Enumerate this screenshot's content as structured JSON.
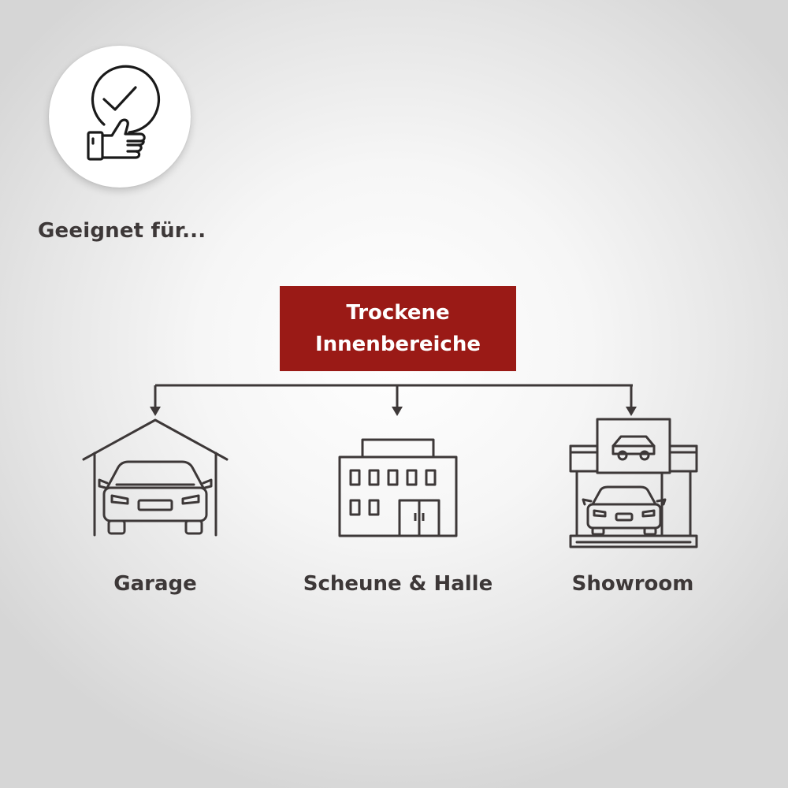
{
  "intro": {
    "label": "Geeignet für...",
    "icon": "thumbs-up-check-icon"
  },
  "root": {
    "label": "Trockene Innenbereiche",
    "color": "#9a1a16"
  },
  "line_color": "#3d3838",
  "nodes": [
    {
      "label": "Garage",
      "icon": "garage-car-icon"
    },
    {
      "label": "Scheune & Halle",
      "icon": "building-icon"
    },
    {
      "label": "Showroom",
      "icon": "car-showroom-icon"
    }
  ]
}
